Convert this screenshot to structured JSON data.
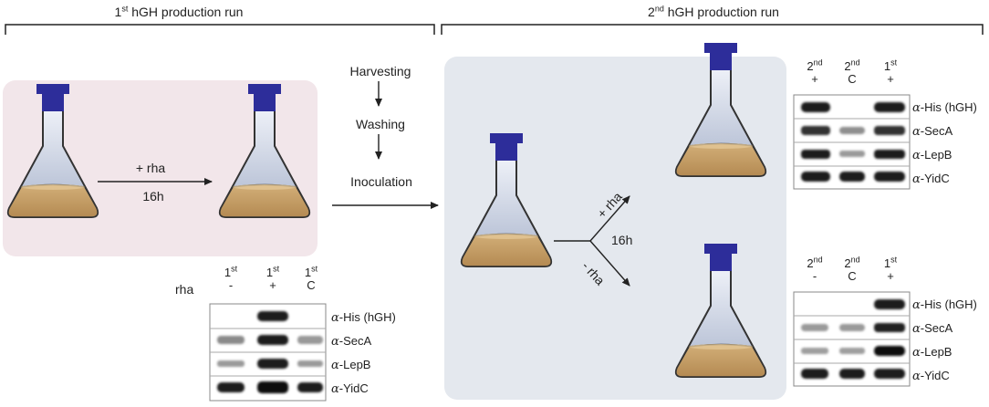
{
  "run1": {
    "title_ord": "1",
    "title_sup": "st",
    "title_rest": " hGH production run"
  },
  "run2": {
    "title_ord": "2",
    "title_sup": "nd",
    "title_rest": " hGH production run"
  },
  "induction": {
    "treatment": "+ rha",
    "time": "16h"
  },
  "steps": [
    "Harvesting",
    "Washing",
    "Inoculation"
  ],
  "split": {
    "plus": "+ rha",
    "minus": "- rha",
    "time": "16h"
  },
  "blot1": {
    "row_label": "rha",
    "lanes": [
      {
        "ord": "1",
        "sup": "st",
        "sign": "-"
      },
      {
        "ord": "1",
        "sup": "st",
        "sign": "+"
      },
      {
        "ord": "1",
        "sup": "st",
        "sign": "C"
      }
    ]
  },
  "blot2": {
    "lanes": [
      {
        "ord": "2",
        "sup": "nd",
        "sign": "+"
      },
      {
        "ord": "2",
        "sup": "nd",
        "sign": "C"
      },
      {
        "ord": "1",
        "sup": "st",
        "sign": "+"
      }
    ]
  },
  "blot3": {
    "lanes": [
      {
        "ord": "2",
        "sup": "nd",
        "sign": "-"
      },
      {
        "ord": "2",
        "sup": "nd",
        "sign": "C"
      },
      {
        "ord": "1",
        "sup": "st",
        "sign": "+"
      }
    ]
  },
  "antibodies": [
    {
      "greek": "α",
      "name": "-His (hGH)"
    },
    {
      "greek": "α",
      "name": "-SecA"
    },
    {
      "greek": "α",
      "name": "-LepB"
    },
    {
      "greek": "α",
      "name": "-YidC"
    }
  ],
  "colors": {
    "flask_cap": "#2d2d9a",
    "medium": "#c6a06a",
    "panel1": "#f2e6ea",
    "panel2": "#e4e8ee"
  }
}
